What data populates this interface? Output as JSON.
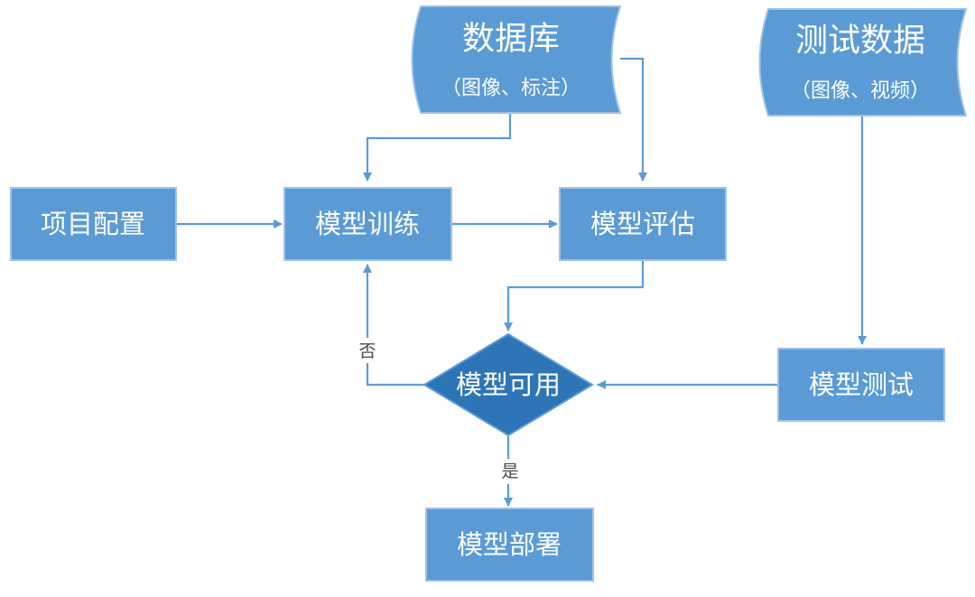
{
  "colors": {
    "node_fill": "#5b9bd5",
    "node_border": "#9dc3e6",
    "decision_fill": "#2e75b6",
    "edge": "#5b9bd5",
    "label_text": "#ffffff",
    "edge_label_text": "#4a4a4a"
  },
  "nodes": {
    "database": {
      "title": "数据库",
      "subtitle": "（图像、标注）"
    },
    "test_data": {
      "title": "测试数据",
      "subtitle": "（图像、视频）"
    },
    "project_config": {
      "label": "项目配置"
    },
    "model_training": {
      "label": "模型训练"
    },
    "model_evaluation": {
      "label": "模型评估"
    },
    "model_usable": {
      "label": "模型可用"
    },
    "model_test": {
      "label": "模型测试"
    },
    "model_deploy": {
      "label": "模型部署"
    }
  },
  "edge_labels": {
    "no": "否",
    "yes": "是"
  }
}
